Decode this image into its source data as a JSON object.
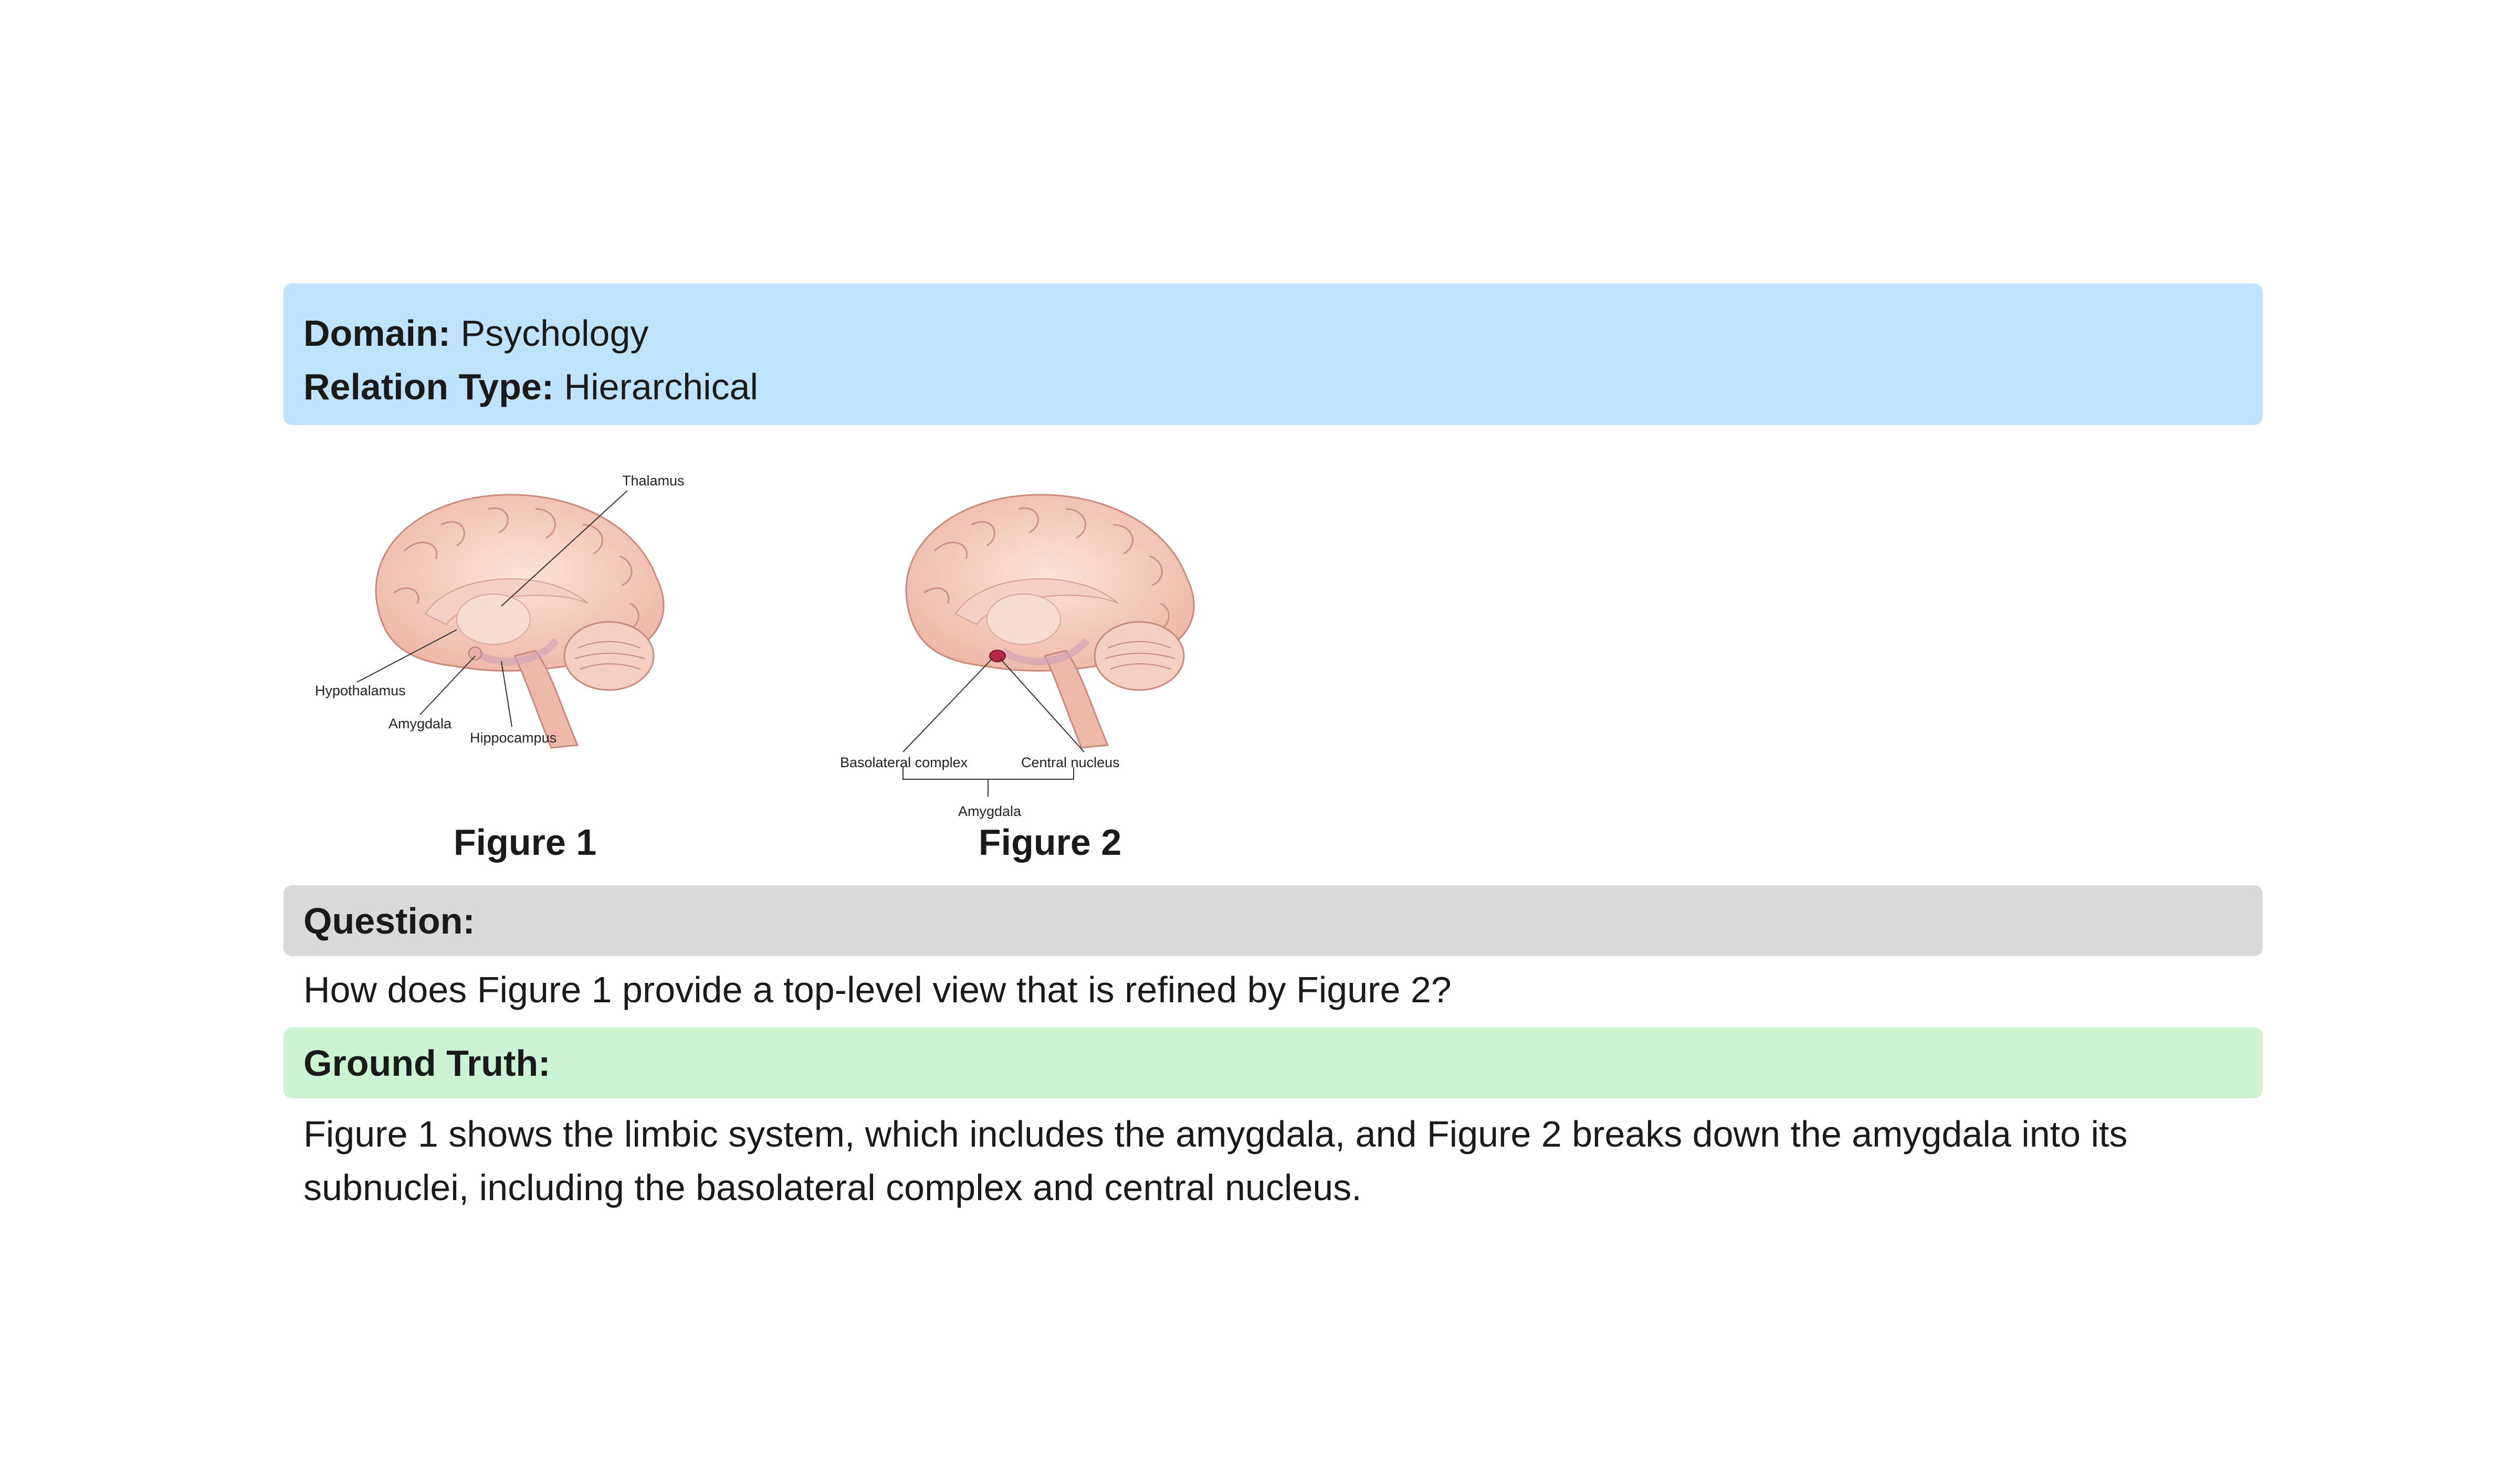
{
  "meta": {
    "domain_label": "Domain:",
    "domain_value": "Psychology",
    "relation_label": "Relation Type:",
    "relation_value": "Hierarchical"
  },
  "figures": [
    {
      "caption": "Figure 1",
      "labels": {
        "thalamus": "Thalamus",
        "hypothalamus": "Hypothalamus",
        "amygdala": "Amygdala",
        "hippocampus": "Hippocampus"
      }
    },
    {
      "caption": "Figure 2",
      "labels": {
        "basolateral": "Basolateral complex",
        "central": "Central nucleus",
        "amygdala": "Amygdala"
      }
    }
  ],
  "question": {
    "label": "Question:",
    "text": "How does Figure 1 provide a top-level view that is refined by Figure 2?"
  },
  "ground_truth": {
    "label": "Ground Truth:",
    "text": "Figure 1 shows the limbic system, which includes the amygdala, and Figure 2 breaks down the amygdala into its subnuclei, including the basolateral complex and central nucleus."
  },
  "colors": {
    "meta_bg": "#bfe3fc",
    "question_bg": "#d9d9d9",
    "ground_truth_bg": "#cbf4d2"
  }
}
